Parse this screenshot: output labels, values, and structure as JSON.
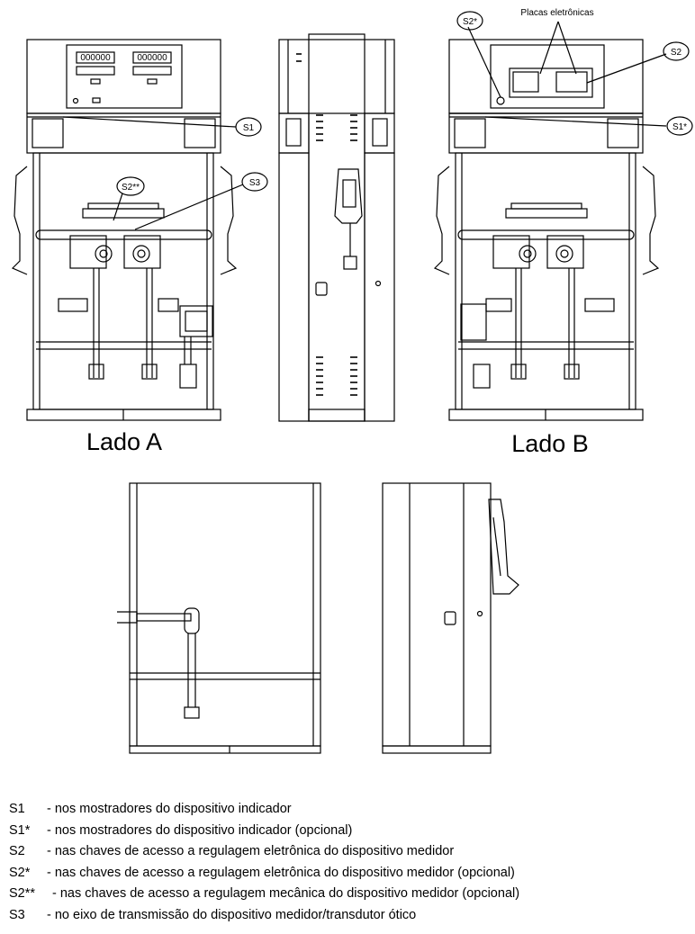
{
  "views": {
    "lado_a": "Lado A",
    "lado_b": "Lado B"
  },
  "display": {
    "counter_left": "000000",
    "counter_right": "000000"
  },
  "callouts": {
    "s1": "S1",
    "s1_star": "S1*",
    "s2": "S2",
    "s2_star": "S2*",
    "s2_double_star": "S2**",
    "s3": "S3"
  },
  "placas_label": "Placas eletrônicas",
  "legend": [
    {
      "code": "S1",
      "text": "- nos mostradores do dispositivo indicador"
    },
    {
      "code": "S1*",
      "text": "- nos mostradores do dispositivo indicador (opcional)"
    },
    {
      "code": "S2",
      "text": "- nas chaves de acesso a regulagem eletrônica do dispositivo medidor"
    },
    {
      "code": "S2*",
      "text": "- nas chaves de acesso a regulagem eletrônica do dispositivo medidor (opcional)"
    },
    {
      "code": "S2**",
      "text": "- nas chaves de acesso a regulagem mecânica do dispositivo medidor (opcional)"
    },
    {
      "code": "S3",
      "text": "- no eixo de transmissão do dispositivo medidor/transdutor ótico"
    }
  ]
}
